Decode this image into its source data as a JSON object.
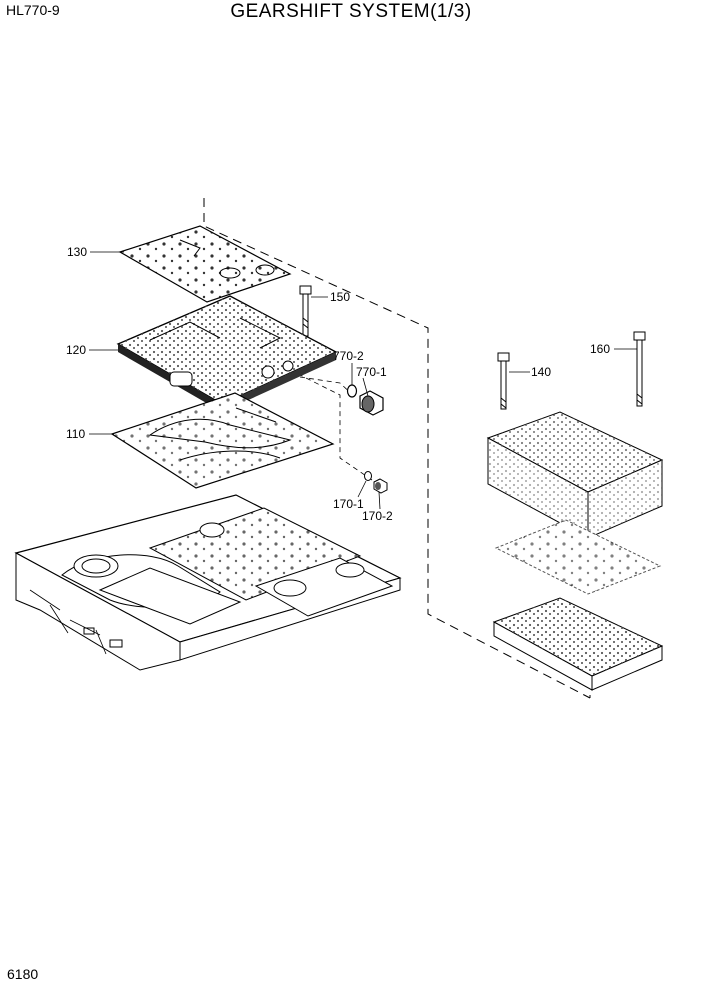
{
  "header": {
    "model": "HL770-9",
    "title": "GEARSHIFT SYSTEM(1/3)"
  },
  "footer": {
    "page_number": "6180"
  },
  "callouts": {
    "p130": "130",
    "p150": "150",
    "p120": "120",
    "p770_2": "770-2",
    "p770_1": "770-1",
    "p110": "110",
    "p170_1": "170-1",
    "p170_2": "170-2",
    "p140": "140",
    "p160": "160"
  }
}
